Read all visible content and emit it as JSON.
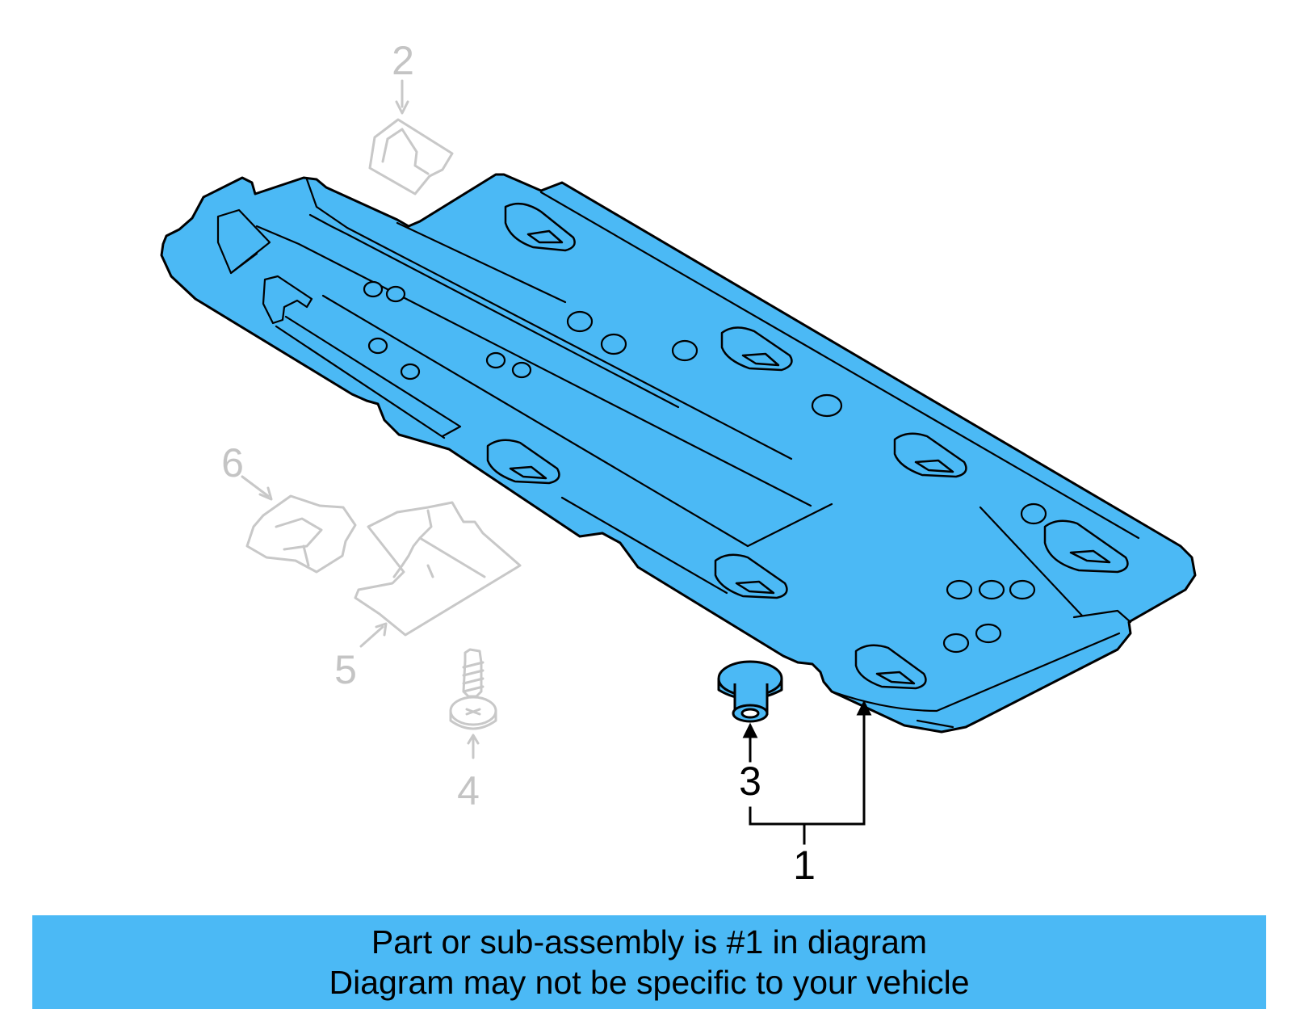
{
  "colors": {
    "part_fill": "#4bb9f5",
    "banner_bg": "#4bb9f5",
    "active_line": "#000000",
    "ghost_line": "#c8c8c8",
    "ghost_text": "#c4c4c4"
  },
  "callouts": {
    "c1": "1",
    "c2": "2",
    "c3": "3",
    "c4": "4",
    "c5": "5",
    "c6": "6"
  },
  "highlighted_part": "1",
  "banner": {
    "line1": "Part or sub-assembly is #1 in diagram",
    "line2": "Diagram may not be specific to your vehicle"
  }
}
